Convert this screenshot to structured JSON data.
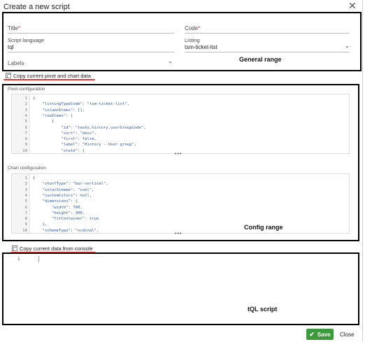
{
  "dialog": {
    "title": "Create a new script",
    "close_icon": "close-icon"
  },
  "general": {
    "title_label": "Title",
    "required_mark": "*",
    "code_label": "Code",
    "script_language_label": "Script language",
    "script_language_value": "tql",
    "listing_label": "Listing",
    "listing_value": "tsm-ticket-list",
    "labels_label": "Labels",
    "annotation": "General range"
  },
  "copy_pivot_link": "Copy current pivot and chart data",
  "pivot": {
    "label": "Pivot configuration",
    "lines": [
      {
        "n": "1",
        "t": "{"
      },
      {
        "n": "2",
        "t": "    \"listingTypeCode\": \"tsm-ticket-list\","
      },
      {
        "n": "3",
        "t": "    \"columnItems\": [],"
      },
      {
        "n": "4",
        "t": "    \"rowItems\": ["
      },
      {
        "n": "5",
        "t": "        {"
      },
      {
        "n": "6",
        "t": "            \"id\": \"tasks.history.userGroupCode\","
      },
      {
        "n": "7",
        "t": "            \"sort\": \"desc\","
      },
      {
        "n": "8",
        "t": "            \"first\": false,"
      },
      {
        "n": "9",
        "t": "            \"label\": \"History - User group\","
      },
      {
        "n": "10",
        "t": "            \"state\": {"
      }
    ]
  },
  "chart": {
    "label": "Chart configuration",
    "lines": [
      {
        "n": "1",
        "t": "{"
      },
      {
        "n": "2",
        "t": "    \"chartType\": \"bar-vertical\","
      },
      {
        "n": "3",
        "t": "    \"colorScheme\": \"cool\","
      },
      {
        "n": "4",
        "t": "    \"customColors\": null,"
      },
      {
        "n": "5",
        "t": "    \"dimensions\": {"
      },
      {
        "n": "6",
        "t": "        \"width\": 700,"
      },
      {
        "n": "7",
        "t": "        \"height\": 300,"
      },
      {
        "n": "8",
        "t": "        \"fitContainer\": true"
      },
      {
        "n": "9",
        "t": "    },"
      },
      {
        "n": "10",
        "t": "    \"schemeType\": \"ordinal\","
      }
    ]
  },
  "config_annotation": "Config range",
  "copy_console_link": "Copy current data from console",
  "tql": {
    "line_number": "1",
    "annotation": "tQL script"
  },
  "footer": {
    "save_label": "Save",
    "close_label": "Close"
  },
  "colors": {
    "save_green": "#3c9a3c",
    "annotation_border": "#000000",
    "annotation_underline": "#e53935",
    "code_text": "#2c5aa0"
  }
}
